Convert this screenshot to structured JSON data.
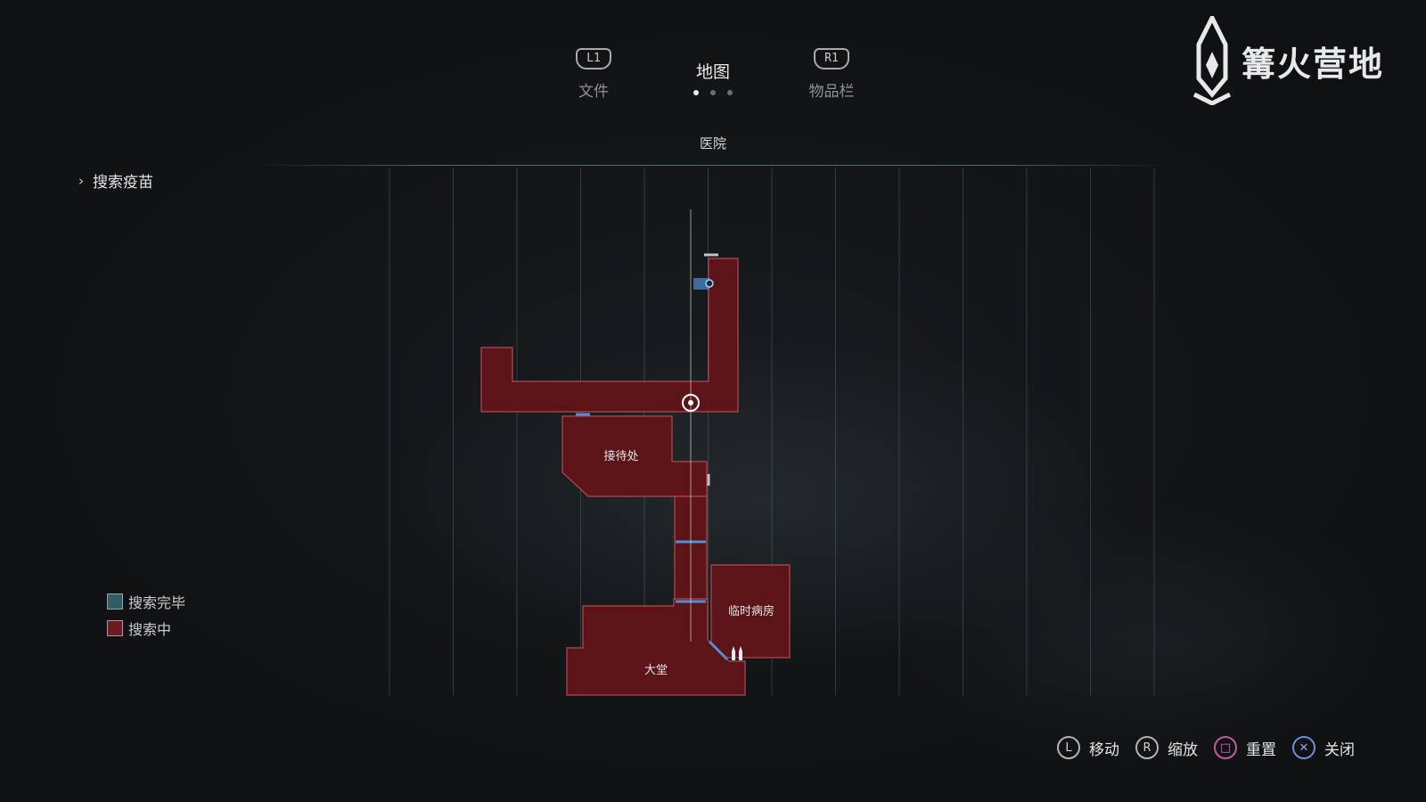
{
  "tabs": {
    "left": {
      "button": "L1",
      "label": "文件"
    },
    "center": {
      "label": "地图"
    },
    "right": {
      "button": "R1",
      "label": "物品栏"
    }
  },
  "area_name": "医院",
  "objective": "搜索疫苗",
  "legend": [
    {
      "label": "搜索完毕",
      "color": "#2e5d64"
    },
    {
      "label": "搜索中",
      "color": "#6e1a20"
    }
  ],
  "rooms": [
    {
      "name": "接待处"
    },
    {
      "name": "临时病房"
    },
    {
      "name": "大堂"
    }
  ],
  "hints": [
    {
      "icon": "L",
      "label": "移动"
    },
    {
      "icon": "R",
      "label": "缩放"
    },
    {
      "icon": "□",
      "label": "重置"
    },
    {
      "icon": "✕",
      "label": "关闭"
    }
  ],
  "logo": {
    "text": "篝火营地"
  },
  "colors": {
    "room_fill": "#5c1418",
    "room_stroke": "#b14a52",
    "door": "#4f8fd6",
    "grid": "#5f8a92"
  }
}
